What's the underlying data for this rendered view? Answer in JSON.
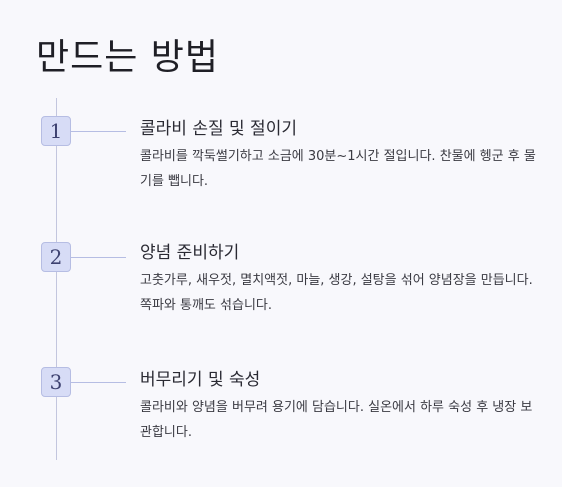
{
  "page": {
    "title": "만드는 방법"
  },
  "steps": [
    {
      "number": "1",
      "title": "콜라비 손질 및 절이기",
      "description": "콜라비를 깍둑썰기하고 소금에 30분~1시간 절입니다. 찬물에 헹군 후 물기를 뺍니다."
    },
    {
      "number": "2",
      "title": "양념 준비하기",
      "description": "고춧가루, 새우젓, 멸치액젓, 마늘, 생강, 설탕을 섞어 양념장을 만듭니다. 쪽파와 통깨도 섞습니다."
    },
    {
      "number": "3",
      "title": "버무리기 및 숙성",
      "description": "콜라비와 양념을 버무려 용기에 담습니다. 실온에서 하루 숙성 후 냉장 보관합니다."
    }
  ]
}
